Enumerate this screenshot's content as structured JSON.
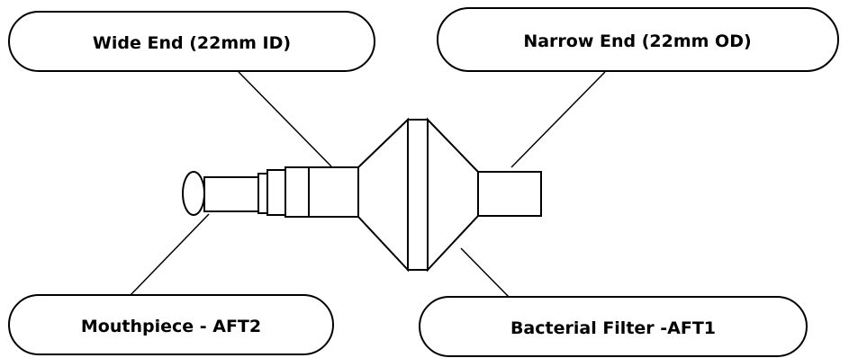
{
  "labels": {
    "wide_end": "Wide End (22mm ID)",
    "narrow_end": "Narrow End (22mm OD)",
    "mouthpiece": "Mouthpiece - AFT2",
    "bacterial_filter": "Bacterial Filter -AFT1"
  },
  "colors": {
    "line": "#000000",
    "background": "#ffffff"
  }
}
